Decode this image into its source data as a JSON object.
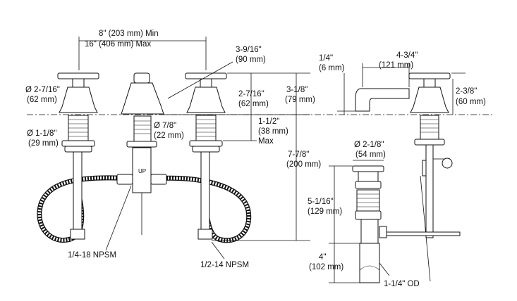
{
  "dimensions": {
    "spread_min": "8\" (203 mm) Min",
    "spread_max": "16\" (406 mm) Max",
    "handle_diameter": "Ø 2-7/16\"",
    "handle_diameter_mm": "(62 mm)",
    "shank_diameter": "Ø 1-1/8\"",
    "shank_diameter_mm": "(29 mm)",
    "spout_projection": "3-9/16\"",
    "spout_projection_mm": "(90 mm)",
    "spout_height": "2-7/16\"",
    "spout_height_mm": "(62 mm)",
    "handle_height": "3-1/8\"",
    "handle_height_mm": "(79 mm)",
    "spout_shank": "Ø 7/8\"",
    "spout_shank_mm": "(22 mm)",
    "deck_max": "1-1/2\"",
    "deck_max_mm": "(38 mm)",
    "deck_max_label": "Max",
    "overall_height": "7-7/8\"",
    "overall_height_mm": "(200 mm)",
    "spout_top_offset": "1/4\"",
    "spout_top_offset_mm": "(6 mm)",
    "spout_reach": "4-3/4\"",
    "spout_reach_mm": "(121 mm)",
    "side_handle_height": "2-3/8\"",
    "side_handle_height_mm": "(60 mm)",
    "drain_flange": "Ø 2-1/8\"",
    "drain_flange_mm": "(54 mm)",
    "drain_body": "5-1/16\"",
    "drain_body_mm": "(129 mm)",
    "tailpiece": "4\"",
    "tailpiece_mm": "(102 mm)",
    "tailpiece_od": "1-1/4\" OD",
    "thread_small": "1/4-18 NPSM",
    "thread_large": "1/2-14 NPSM"
  },
  "markings": {
    "valve_mark": "UP"
  }
}
